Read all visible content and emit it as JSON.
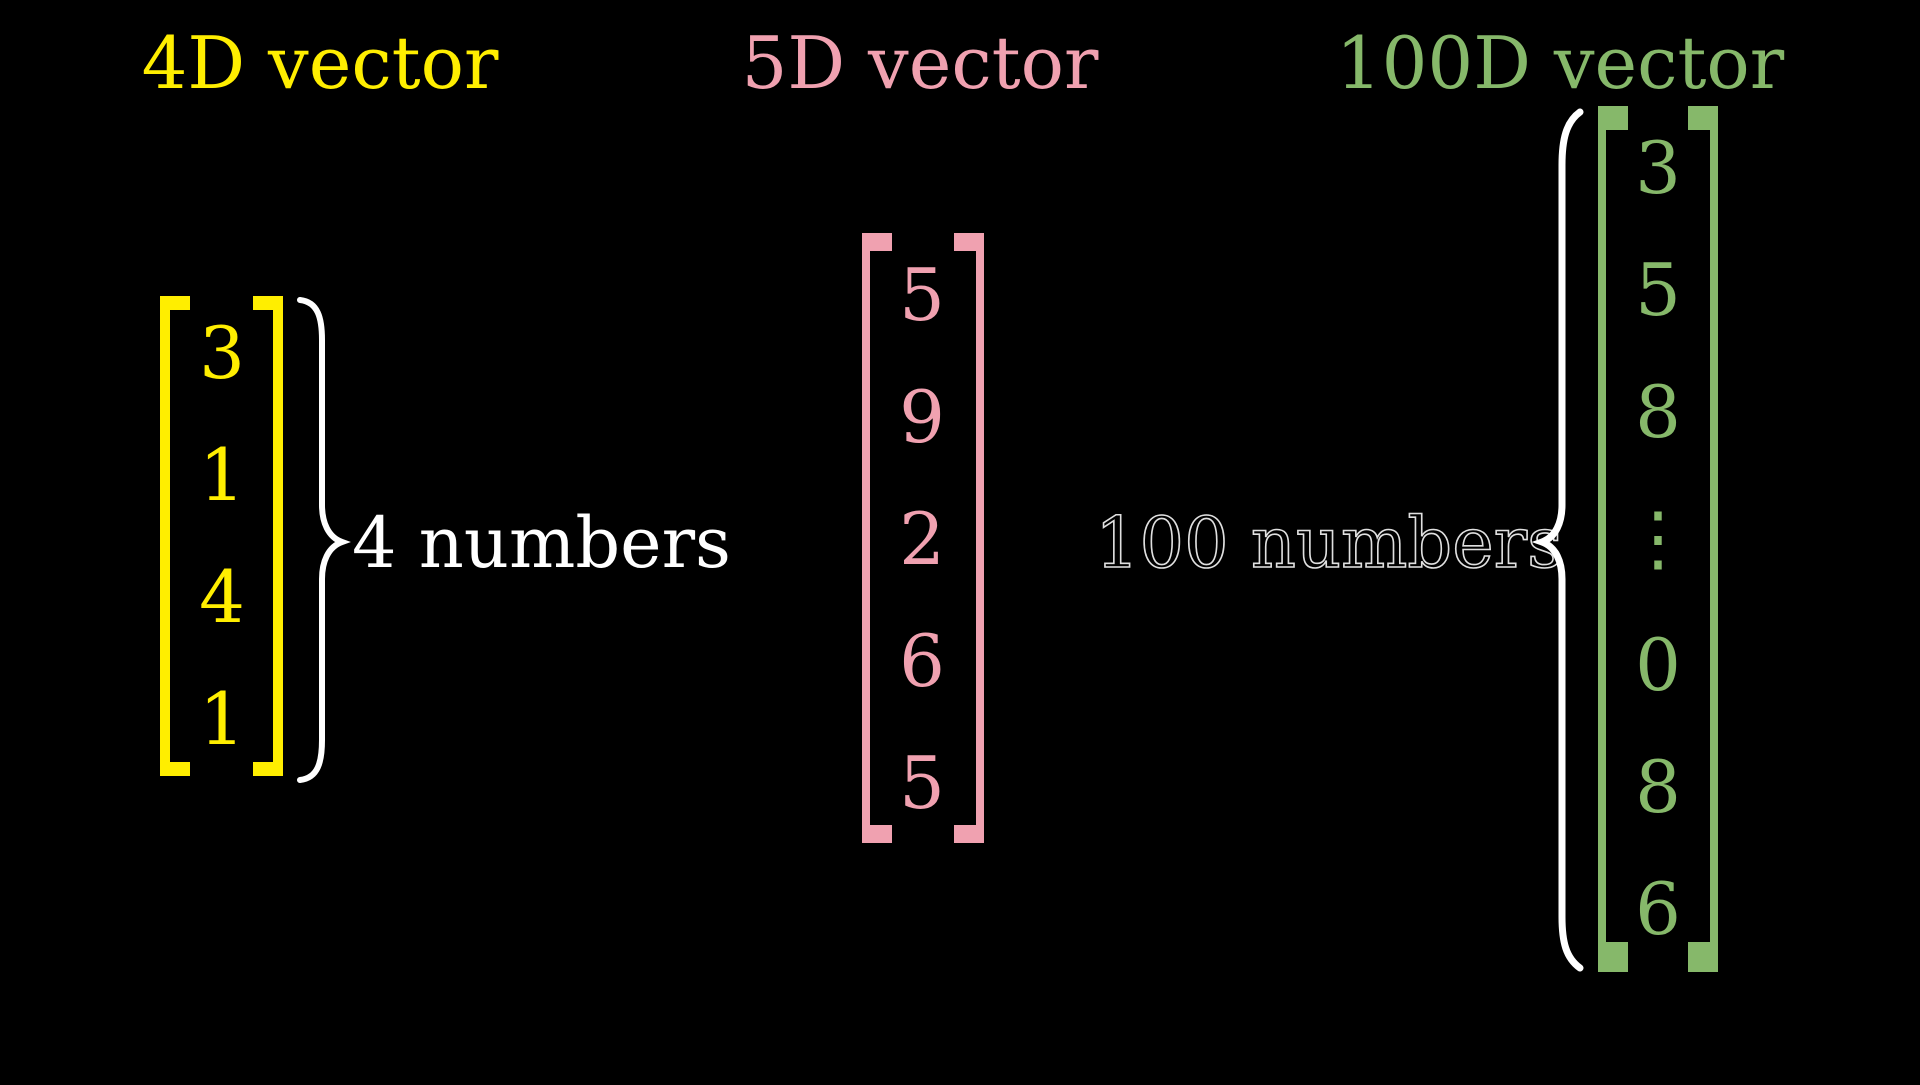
{
  "colors": {
    "background": "#000000",
    "vec4": "#ffee00",
    "vec5": "#f0a1b0",
    "vec100": "#86b86a",
    "label": "#ffffff"
  },
  "vectors": [
    {
      "title": "4D vector",
      "entries": [
        "3",
        "1",
        "4",
        "1"
      ]
    },
    {
      "title": "5D vector",
      "entries": [
        "5",
        "9",
        "2",
        "6",
        "5"
      ]
    },
    {
      "title": "100D vector",
      "entries": [
        "3",
        "5",
        "8",
        "⋮",
        "0",
        "8",
        "6"
      ]
    }
  ],
  "labels": {
    "four_numbers": "4 numbers",
    "hundred_numbers": "100 numbers"
  }
}
